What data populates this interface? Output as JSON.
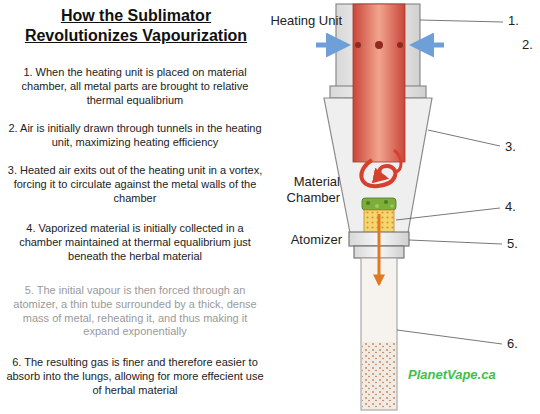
{
  "diagram": {
    "title": "How the Sublimator Revolutionizes Vapourization",
    "labels": [
      "1. When the heating unit is placed on material chamber, all metal parts are brought to relative thermal equalibrium",
      "2. Air is initially drawn through tunnels in the heating unit, maximizing heating efficiency",
      "3. Heated air exits out of the heating unit in a vortex, forcing it to circulate against the metal walls of the chamber",
      "4. Vaporized material is initially collected in a chamber maintained at thermal equalibrium just beneath the herbal material",
      "5. The initial vapour is then forced through an atomizer, a thin tube surrounded by a thick, dense mass of metal, reheating it, and thus making it expand exponentially",
      "6. The resulting gas is finer and therefore easier to absorb into the lungs, allowing for more effecient use of herbal material",
      "Heating Unit",
      "1.",
      "2.",
      "Material Chamber",
      "3.",
      "4.",
      "Atomizer",
      "5.",
      "6.",
      "PlanetVape.ca"
    ]
  }
}
